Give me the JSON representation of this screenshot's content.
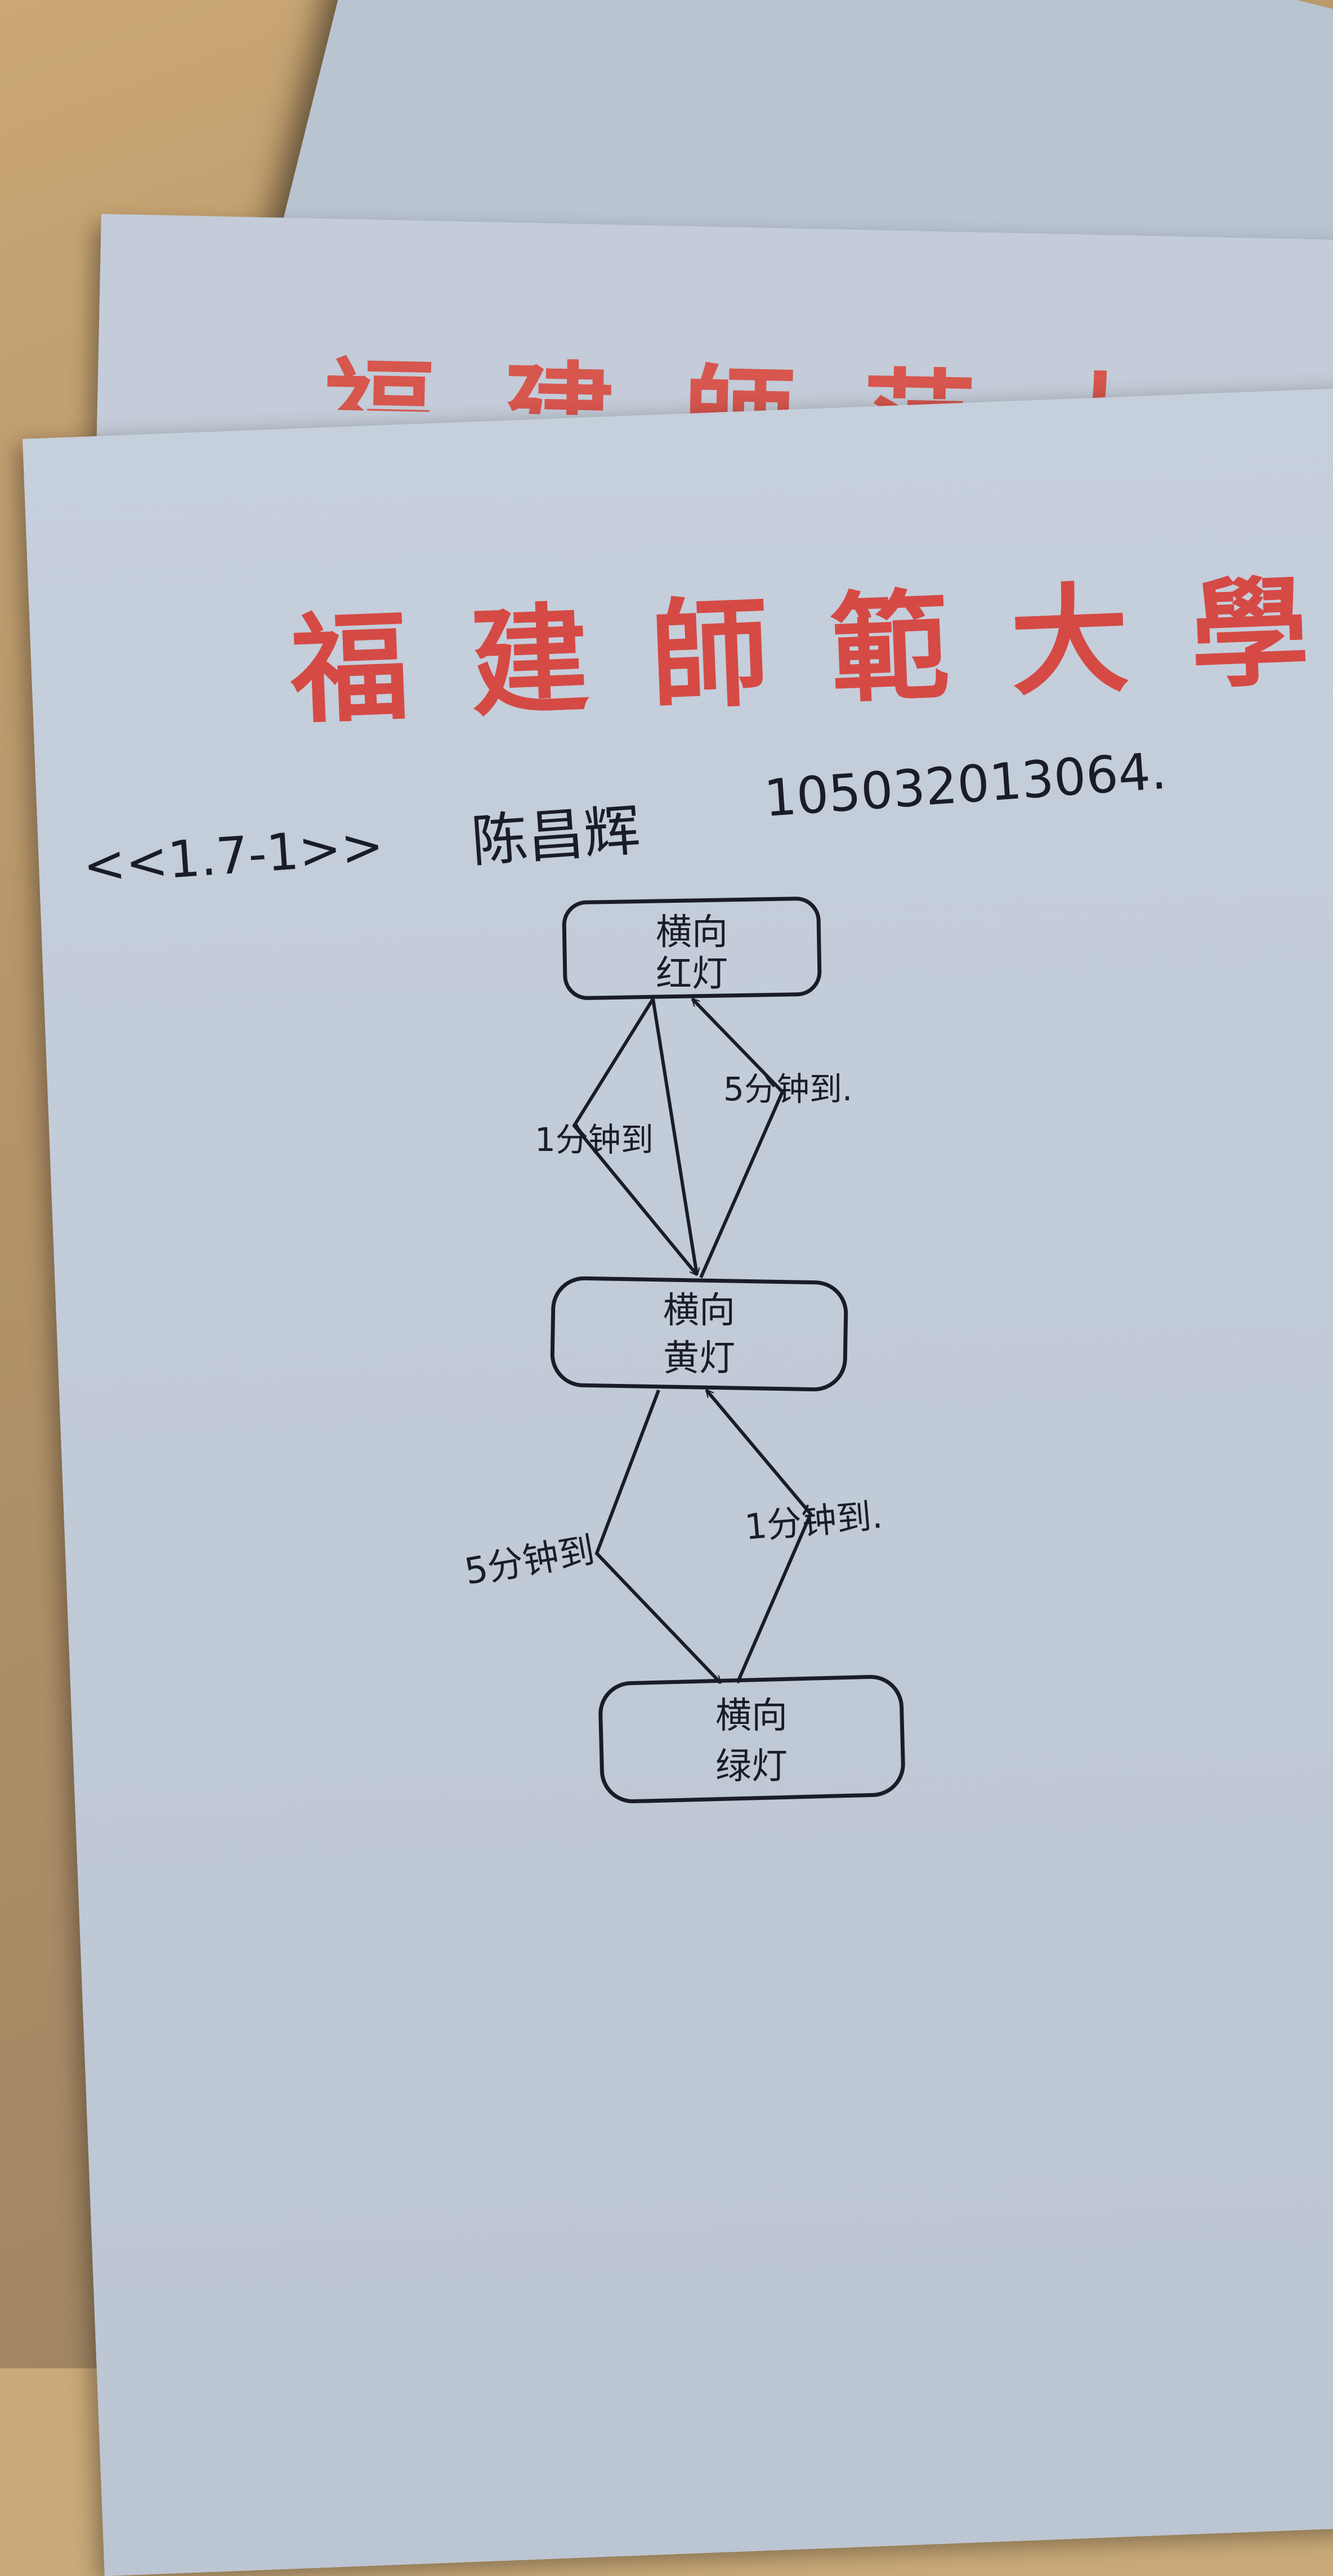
{
  "letterhead": {
    "back_fragment": "福建師范大",
    "title": "福建師範大學"
  },
  "header": {
    "problem_ref": "<<1.7-1>>",
    "student_name": "陈昌辉",
    "student_id": "105032013064."
  },
  "diagram": {
    "nodes": [
      {
        "id": "red",
        "line1": "横向",
        "line2": "红灯"
      },
      {
        "id": "yellow",
        "line1": "横向",
        "line2": "黄灯"
      },
      {
        "id": "green",
        "line1": "横向",
        "line2": "绿灯"
      }
    ],
    "edges": [
      {
        "from": "red",
        "to": "yellow",
        "label": "1分钟到"
      },
      {
        "from": "yellow",
        "to": "red",
        "label": "5分钟到."
      },
      {
        "from": "yellow",
        "to": "green",
        "label": "5分钟到"
      },
      {
        "from": "green",
        "to": "yellow",
        "label": "1分钟到."
      }
    ]
  },
  "colors": {
    "ink": "#1a1d28",
    "letterhead_red": "#d54a45",
    "paper": "#c4cdda"
  }
}
